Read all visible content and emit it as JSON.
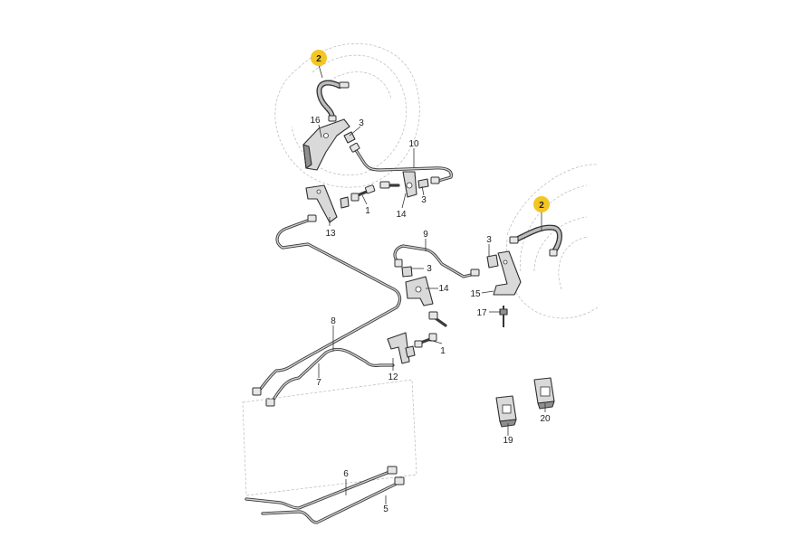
{
  "callouts": [
    {
      "id": "c2a",
      "text": "2",
      "highlight": true
    },
    {
      "id": "c16",
      "text": "16",
      "highlight": false
    },
    {
      "id": "c3a",
      "text": "3",
      "highlight": false
    },
    {
      "id": "c10",
      "text": "10",
      "highlight": false
    },
    {
      "id": "c1a",
      "text": "1",
      "highlight": false
    },
    {
      "id": "c14a",
      "text": "14",
      "highlight": false
    },
    {
      "id": "c3b",
      "text": "3",
      "highlight": false
    },
    {
      "id": "c13",
      "text": "13",
      "highlight": false
    },
    {
      "id": "c2b",
      "text": "2",
      "highlight": true
    },
    {
      "id": "c9",
      "text": "9",
      "highlight": false
    },
    {
      "id": "c3c",
      "text": "3",
      "highlight": false
    },
    {
      "id": "c3d",
      "text": "3",
      "highlight": false
    },
    {
      "id": "c14b",
      "text": "14",
      "highlight": false
    },
    {
      "id": "c15",
      "text": "15",
      "highlight": false
    },
    {
      "id": "c17",
      "text": "17",
      "highlight": false
    },
    {
      "id": "c8",
      "text": "8",
      "highlight": false
    },
    {
      "id": "c1b",
      "text": "1",
      "highlight": false
    },
    {
      "id": "c7",
      "text": "7",
      "highlight": false
    },
    {
      "id": "c12",
      "text": "12",
      "highlight": false
    },
    {
      "id": "c20",
      "text": "20",
      "highlight": false
    },
    {
      "id": "c19",
      "text": "19",
      "highlight": false
    },
    {
      "id": "c6",
      "text": "6",
      "highlight": false
    },
    {
      "id": "c5",
      "text": "5",
      "highlight": false
    }
  ],
  "colors": {
    "highlight": "#f3c623",
    "line": "#333333",
    "wheel": "#b8b8b8"
  }
}
